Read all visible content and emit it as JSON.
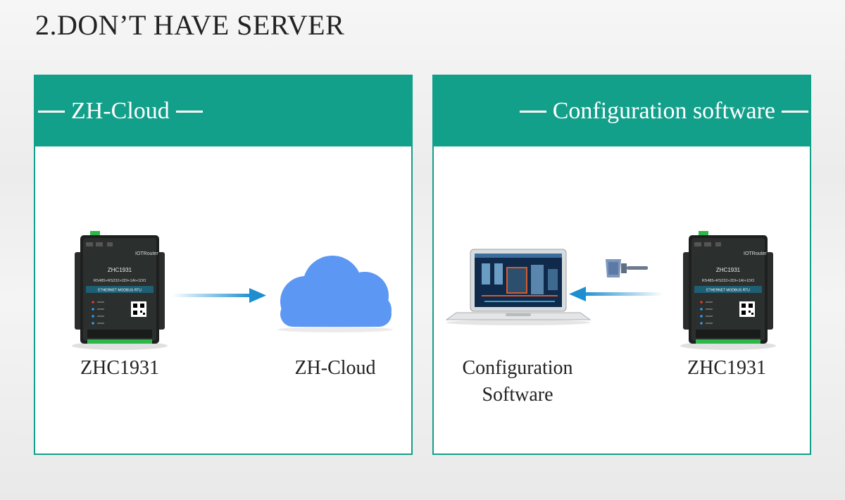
{
  "title": "2.DON’T HAVE SERVER",
  "left_panel": {
    "header": "ZH-Cloud",
    "device_label": "ZHC1931",
    "cloud_label": "ZH-Cloud"
  },
  "right_panel": {
    "header": "Configuration software",
    "software_label_line1": "Configuration",
    "software_label_line2": "Software",
    "device_label": "ZHC1931"
  },
  "device": {
    "brand": "IOTRouter",
    "model": "ZHC1931",
    "spec": "RS485+RS232+2DI+1AI+1DO",
    "subtitle": "ETHERNET MODBUS RTU"
  },
  "colors": {
    "header_bg": "#13a08b",
    "panel_border": "#10a08a",
    "arrow": "#1d8fd1",
    "cloud": "#5b97f3"
  },
  "icons": [
    "device-icon",
    "cloud-icon",
    "laptop-icon",
    "cable-icon",
    "arrow-right-icon",
    "arrow-left-icon"
  ]
}
